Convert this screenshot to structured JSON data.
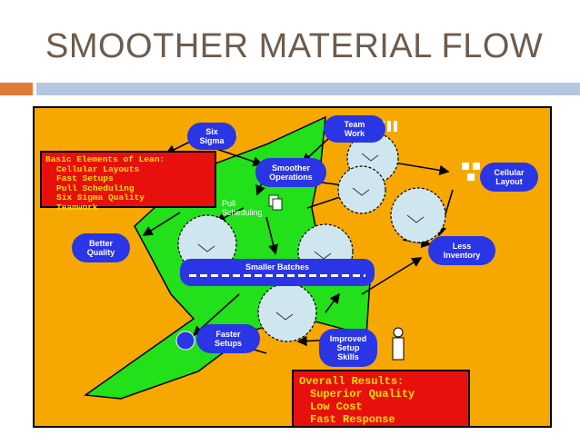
{
  "slide": {
    "title": "SMOOTHER MATERIAL FLOW",
    "accent_color": "#e07b39",
    "bar_color": "#b5c7de"
  },
  "diagram": {
    "background_color": "#f7a800",
    "arrow_color": "#22e01a",
    "node_color": "#2a35e6",
    "nodes": {
      "six_sigma": "Six\nSigma",
      "team_work": "Team\nWork",
      "smoother_operations": "Smoother\nOperations",
      "cellular_layout": "Cellular\nLayout",
      "better_quality": "Better\nQuality",
      "pull_scheduling": "Pull\nScheduling",
      "less_inventory": "Less\nInventory",
      "smaller_batches": "Smaller Batches",
      "faster_setups": "Faster\nSetups",
      "improved_setup_skills": "Improved\nSetup\nSkills"
    },
    "lean_box": {
      "heading": "Basic Elements of Lean:",
      "items": [
        "Cellular Layouts",
        "Fast Setups",
        "Pull Scheduling",
        "Six Sigma Quality",
        "Teamwork"
      ]
    },
    "results_box": {
      "heading": "Overall Results:",
      "items": [
        "Superior Quality",
        "Low Cost",
        "Fast Response"
      ]
    }
  }
}
